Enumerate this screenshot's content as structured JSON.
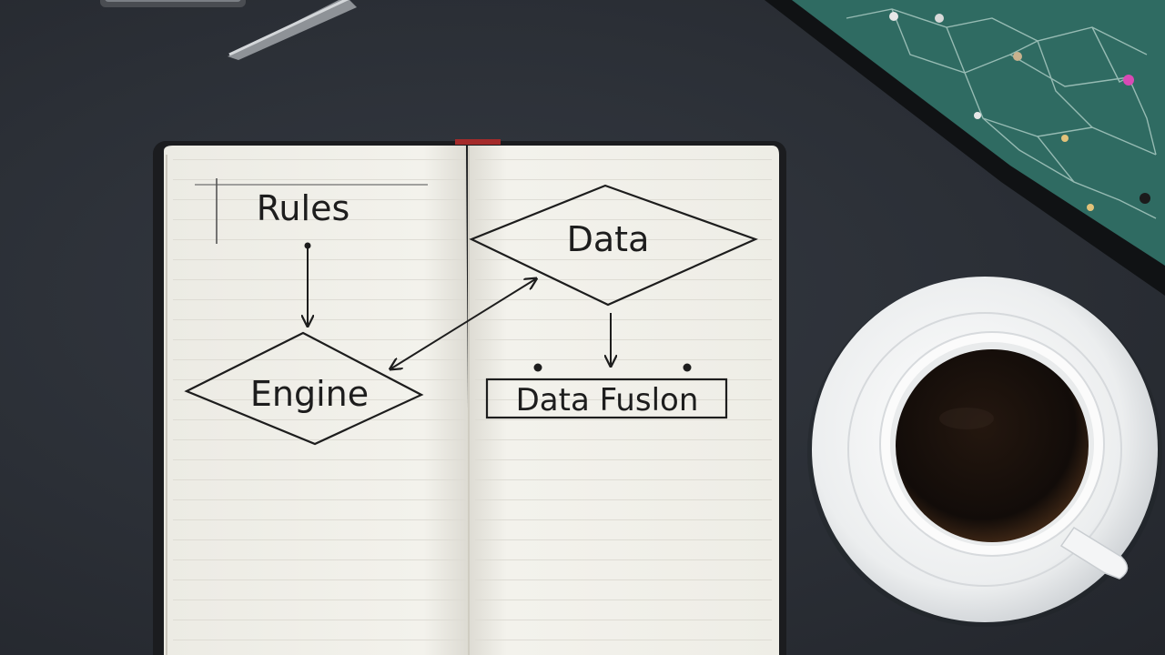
{
  "diagram": {
    "nodes": [
      {
        "id": "rules",
        "label": "Rules",
        "shape": "plain-text"
      },
      {
        "id": "data",
        "label": "Data",
        "shape": "diamond"
      },
      {
        "id": "engine",
        "label": "Engine",
        "shape": "diamond"
      },
      {
        "id": "fusion",
        "label": "Data Fuslon",
        "shape": "rectangle"
      }
    ],
    "edges": [
      {
        "from": "rules",
        "to": "engine",
        "direction": "one-way"
      },
      {
        "from": "engine",
        "to": "data",
        "direction": "two-way"
      },
      {
        "from": "data",
        "to": "fusion",
        "direction": "one-way"
      }
    ]
  },
  "scene": {
    "background_color": "#2b2f36",
    "paper_color": "#f2f0ea",
    "ink_color": "#1d1d1d",
    "tablet_screen_color": "#2f6b62",
    "coffee_color": "#1a1210",
    "objects": [
      "open-notebook",
      "pen",
      "tablet",
      "coffee-cup",
      "saucer"
    ]
  }
}
